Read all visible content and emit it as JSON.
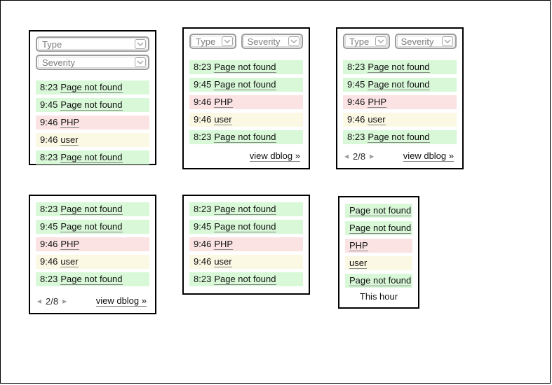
{
  "canvas": {
    "background": "#ffffff",
    "border_color": "#000000"
  },
  "filters": {
    "type": "Type",
    "severity": "Severity"
  },
  "log_entries": [
    {
      "time": "8:23",
      "label": "Page not found",
      "severity": "notice",
      "severity_color": "#d8f8d8"
    },
    {
      "time": "9:45",
      "label": "Page not found",
      "severity": "notice",
      "severity_color": "#d8f8d8"
    },
    {
      "time": "9:46",
      "label": "PHP",
      "severity": "error",
      "severity_color": "#fbe3e3"
    },
    {
      "time": "9:46",
      "label": "user",
      "severity": "warning",
      "severity_color": "#fbf8e3"
    },
    {
      "time": "8:23",
      "label": "Page not found",
      "severity": "notice",
      "severity_color": "#d8f8d8"
    }
  ],
  "pager": {
    "prev_icon": "◂",
    "current_page": "2/8",
    "next_icon": "▸"
  },
  "links": {
    "view_dblog": "view dblog »"
  },
  "labels": {
    "this_hour": "This hour"
  },
  "icons": {
    "dropdown_chevron": "chevron-down",
    "pager_prev": "left-triangle",
    "pager_next": "right-triangle"
  },
  "colors": {
    "panel_border": "#000000",
    "dropdown_border": "#9c9c9c",
    "dropdown_text": "#7d7d7d",
    "link_underline": "#8a8a8a",
    "pager_arrow": "#9a9a9a",
    "text": "#111111"
  }
}
